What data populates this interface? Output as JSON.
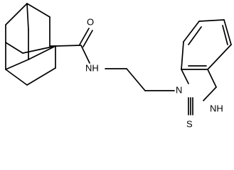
{
  "structure": {
    "atoms": {
      "oxygen": "O",
      "amide_nh": "NH",
      "ring_n": "N",
      "ring_nh": "NH",
      "thione_s": "S"
    }
  },
  "colors": {
    "bond": "#000000",
    "label": "#000000",
    "background": "#ffffff"
  }
}
